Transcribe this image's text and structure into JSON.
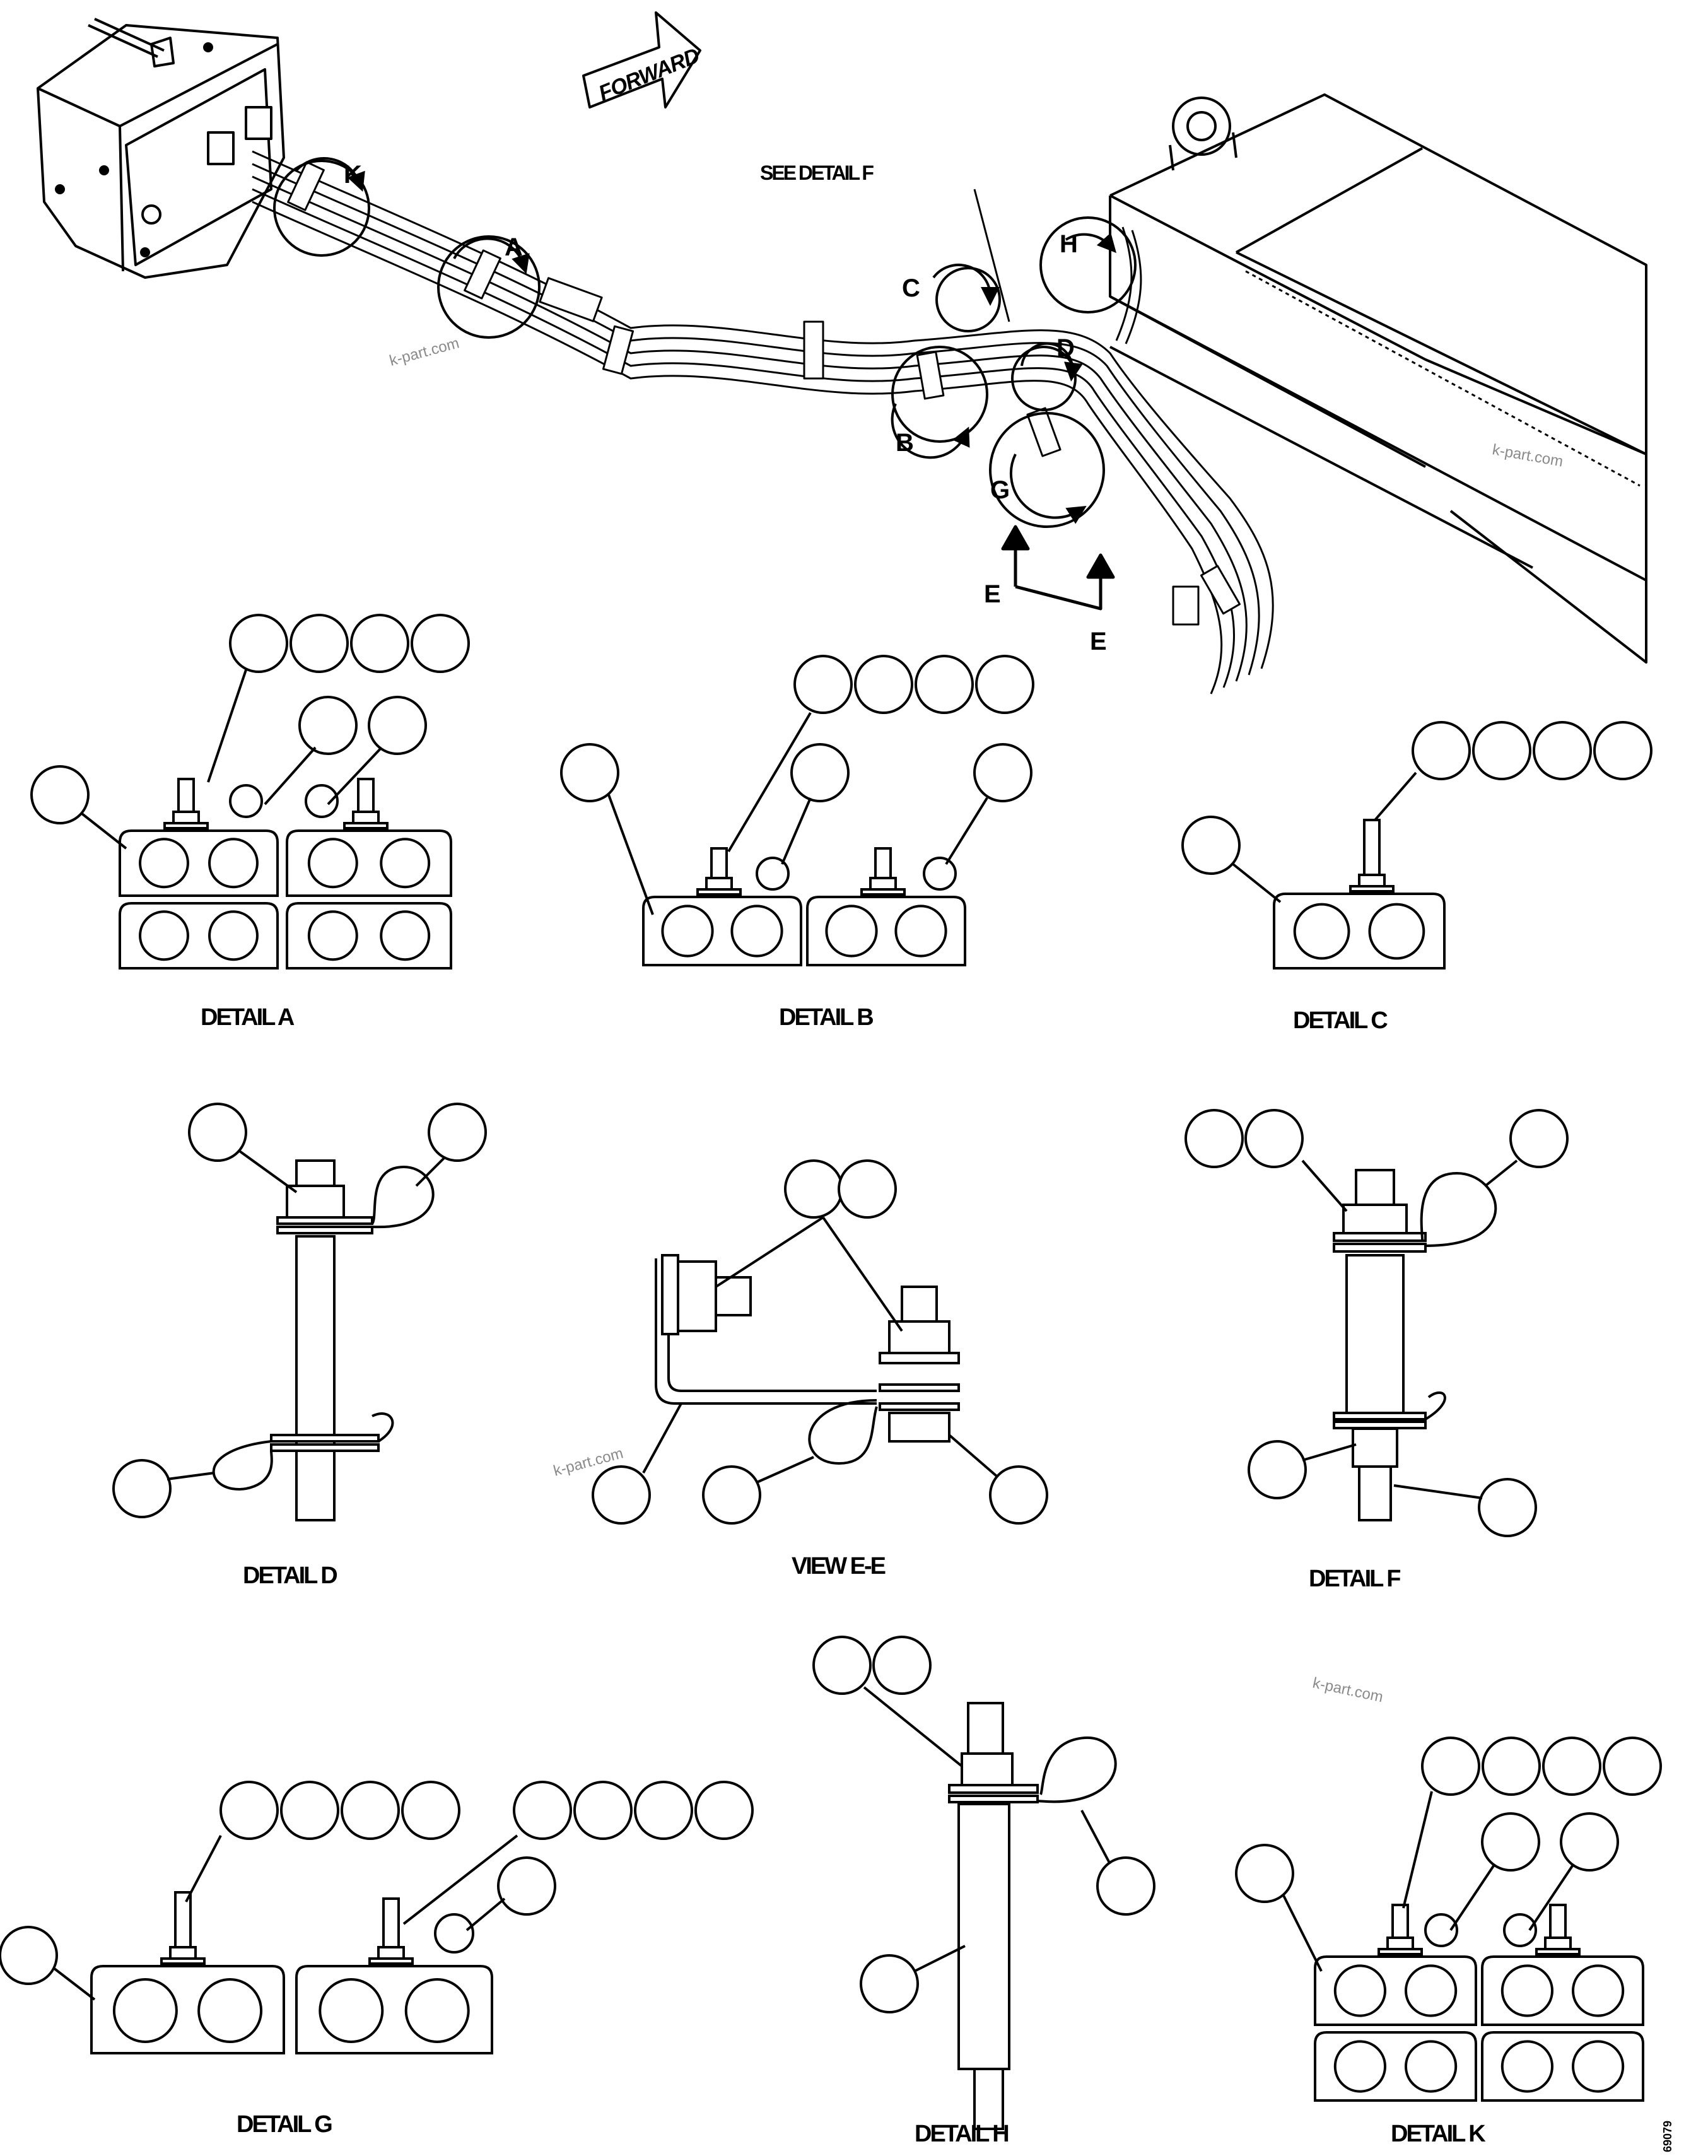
{
  "overview": {
    "forward_label": "FORWARD",
    "see_detail_label": "SEE DETAIL F",
    "callout_letters": [
      "K",
      "A",
      "C",
      "H",
      "D",
      "B",
      "G",
      "E",
      "E"
    ]
  },
  "details": [
    {
      "label": "DETAIL A"
    },
    {
      "label": "DETAIL B"
    },
    {
      "label": "DETAIL C"
    },
    {
      "label": "DETAIL D"
    },
    {
      "label": "VIEW E-E"
    },
    {
      "label": "DETAIL F"
    },
    {
      "label": "DETAIL G"
    },
    {
      "label": "DETAIL H"
    },
    {
      "label": "DETAIL K"
    }
  ],
  "watermark": "k-part.com",
  "figure_code": "69079",
  "colors": {
    "line": "#000000",
    "background": "#ffffff",
    "watermark": "#8a8a8a"
  }
}
